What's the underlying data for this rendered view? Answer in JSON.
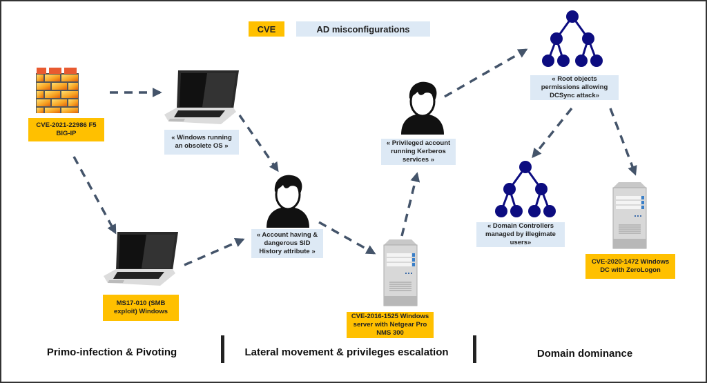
{
  "legend": {
    "cve_label": "CVE",
    "ad_label": "AD misconfigurations",
    "cve_color": "#ffc000",
    "ad_color": "#dde9f5"
  },
  "nodes": {
    "firewall": {
      "icon": "firewall-icon",
      "label": "CVE-2021-22986 F5\nBIG-IP",
      "type": "cve"
    },
    "laptop_obsolete": {
      "icon": "laptop-icon",
      "label": "« Windows running an obsolete OS »",
      "type": "ad"
    },
    "laptop_ms17": {
      "icon": "laptop-icon",
      "label": "MS17-010 (SMB exploit) Windows",
      "type": "cve"
    },
    "user_sid": {
      "icon": "user-icon",
      "label": "« Account having & dangerous SID History attribute »",
      "type": "ad"
    },
    "server_netgear": {
      "icon": "server-icon",
      "label": "CVE-2016-1525 Windows server with Netgear Pro NMS 300",
      "type": "cve"
    },
    "user_kerberos": {
      "icon": "user-icon",
      "label": "« Privileged account running Kerberos services »",
      "type": "ad"
    },
    "tree_root": {
      "icon": "hierarchy-icon",
      "label": "« Root objects permissions allowing DCSync attack»",
      "type": "ad"
    },
    "tree_dc": {
      "icon": "hierarchy-icon",
      "label": "« Domain Controllers managed by illegimate users»",
      "type": "ad"
    },
    "server_dc": {
      "icon": "server-icon",
      "label": "CVE-2020-1472 Windows DC with ZeroLogon",
      "type": "cve"
    }
  },
  "edges": [
    [
      "firewall",
      "laptop_obsolete"
    ],
    [
      "firewall",
      "laptop_ms17"
    ],
    [
      "laptop_obsolete",
      "user_sid"
    ],
    [
      "laptop_ms17",
      "user_sid"
    ],
    [
      "user_sid",
      "server_netgear"
    ],
    [
      "server_netgear",
      "user_kerberos"
    ],
    [
      "user_kerberos",
      "tree_root"
    ],
    [
      "tree_root",
      "tree_dc"
    ],
    [
      "tree_root",
      "server_dc"
    ]
  ],
  "phases": [
    "Primo-infection & Pivoting",
    "Lateral movement & privileges escalation",
    "Domain dominance"
  ],
  "colors": {
    "arrow": "#44546a",
    "tree": "#0c0c80"
  }
}
